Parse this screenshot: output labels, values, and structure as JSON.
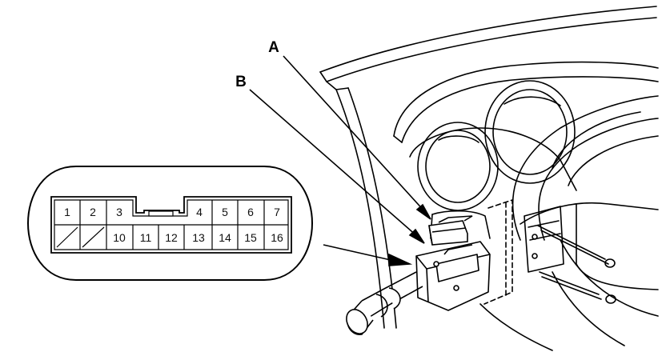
{
  "callouts": {
    "a": "A",
    "b": "B"
  },
  "connector": {
    "top_row": [
      "1",
      "2",
      "3",
      "4",
      "5",
      "6",
      "7"
    ],
    "bottom_row": [
      "10",
      "11",
      "12",
      "13",
      "14",
      "15",
      "16"
    ]
  },
  "colors": {
    "line": "#000000",
    "background": "#ffffff"
  }
}
